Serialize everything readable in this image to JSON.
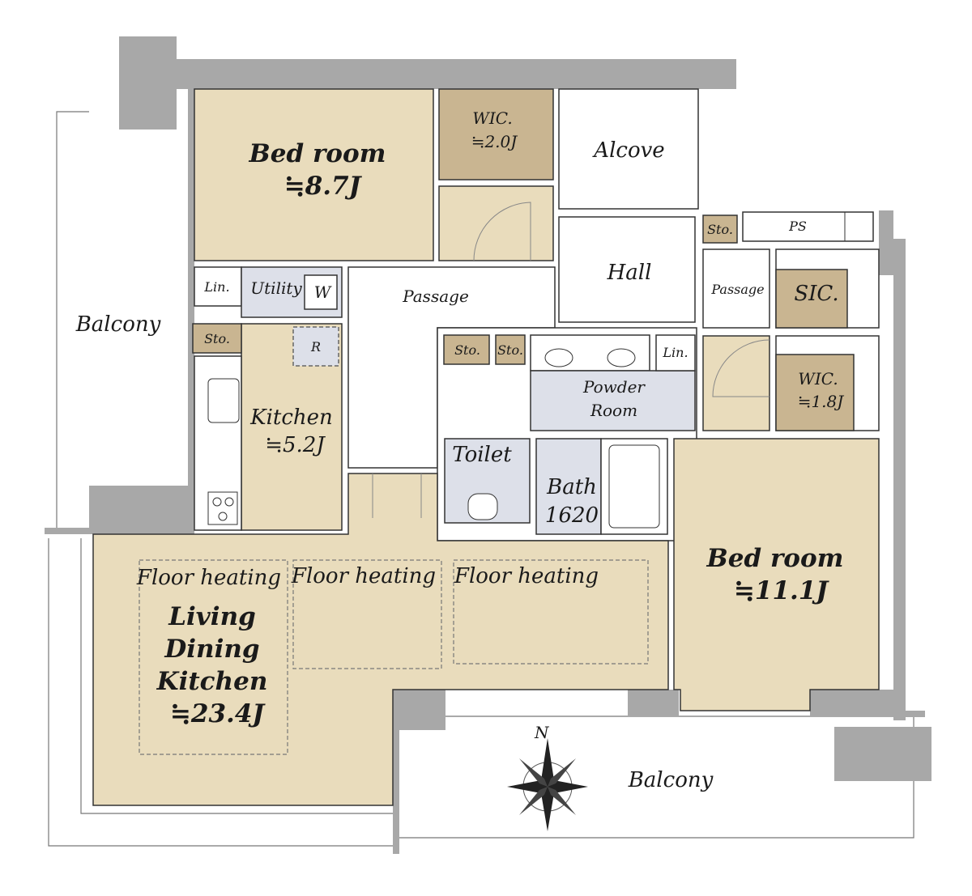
{
  "rooms": {
    "bedroom1": {
      "name": "Bed room",
      "size": "≒8.7J"
    },
    "wic1": {
      "name": "WIC.",
      "size": "≒2.0J"
    },
    "alcove": "Alcove",
    "hall": "Hall",
    "sto_ps": "Sto.",
    "ps": "PS",
    "passage_right": "Passage",
    "sic": "SIC.",
    "wic2": {
      "name": "WIC.",
      "size": "≒1.8J"
    },
    "lin1": "Lin.",
    "utility": "Utility",
    "washer": "W",
    "sto_kitchen": "Sto.",
    "fridge": "R",
    "kitchen": {
      "name": "Kitchen",
      "size": "≒5.2J"
    },
    "passage": "Passage",
    "sto_a": "Sto.",
    "sto_b": "Sto.",
    "lin2": "Lin.",
    "powder": {
      "line1": "Powder",
      "line2": "Room"
    },
    "toilet": "Toilet",
    "bath": {
      "name": "Bath",
      "size": "1620"
    },
    "bedroom2": {
      "name": "Bed room",
      "size": "≒11.1J"
    },
    "ldk": {
      "line1": "Living",
      "line2": "Dining",
      "line3": "Kitchen",
      "size": "≒23.4J"
    },
    "floor_heating": [
      "Floor heating",
      "Floor heating",
      "Floor heating"
    ],
    "balcony_left": "Balcony",
    "balcony_bottom": "Balcony"
  },
  "compass": {
    "label": "N"
  }
}
